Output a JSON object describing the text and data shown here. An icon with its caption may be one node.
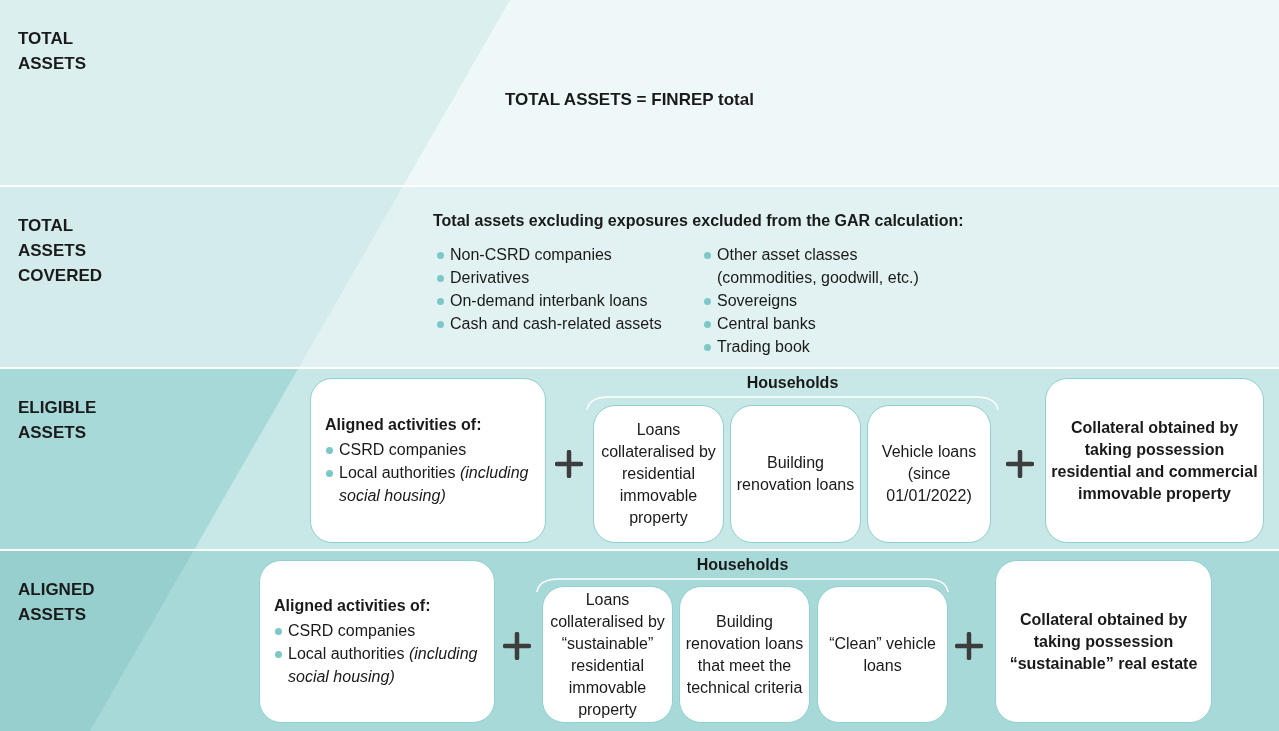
{
  "diagram": {
    "nodes": [
      {
        "text": [
          "TOTAL ASSETS",
          "TOTAL ASSETS = FINREP total"
        ]
      },
      {
        "text": [
          "TOTAL ASSETS COVERED",
          "Total assets excluding exposures excluded from the GAR calculation:",
          "Non-CSRD companies",
          "Derivatives",
          "On-demand interbank loans",
          "Cash and cash-related assets",
          "Other asset classes (commodities, goodwill, etc.)",
          "Sovereigns",
          "Central banks",
          "Trading book"
        ]
      },
      {
        "text": [
          "ELIGIBLE ASSETS"
        ]
      },
      {
        "text": [
          "Aligned activities of:",
          "CSRD companies",
          "Local authorities *(including social housing)*"
        ],
        "in": 2
      },
      {
        "text": [
          "Households"
        ],
        "in": 2
      },
      {
        "text": [
          "Loans collateralised by residential immovable property"
        ],
        "in": 4
      },
      {
        "text": [
          "Building renovation loans"
        ],
        "in": 4
      },
      {
        "text": [
          "Vehicle loans (since 01/01/2022)"
        ],
        "in": 4
      },
      {
        "text": [
          "Collateral obtained by taking possession residential and commercial immovable property"
        ],
        "in": 2
      },
      {
        "text": [
          "ALIGNED ASSETS"
        ]
      },
      {
        "text": [
          "Aligned activities of:",
          "CSRD companies",
          "Local authorities *(including social housing)*"
        ],
        "in": 9
      },
      {
        "text": [
          "Households"
        ],
        "in": 9
      },
      {
        "text": [
          "Loans collateralised by “sustainable” residential immovable property"
        ],
        "in": 11
      },
      {
        "text": [
          "Building renovation loans that meet the technical criteria"
        ],
        "in": 11
      },
      {
        "text": [
          "“Clean” vehicle loans"
        ],
        "in": 11
      },
      {
        "text": [
          "Collateral obtained by taking possession “sustainable” real estate"
        ],
        "in": 9
      }
    ]
  }
}
